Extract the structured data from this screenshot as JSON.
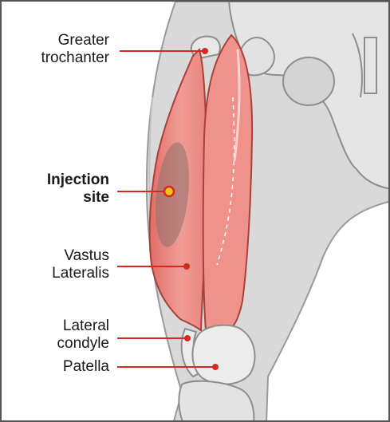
{
  "labels": {
    "greater_trochanter": [
      "Greater",
      "trochanter"
    ],
    "injection_site": [
      "Injection",
      "site"
    ],
    "vastus_lateralis": [
      "Vastus",
      "Lateralis"
    ],
    "lateral_condyle": [
      "Lateral",
      "condyle"
    ],
    "patella": "Patella"
  },
  "colors": {
    "leader_line": "#d62a1e",
    "injection_dot": "#f5c518",
    "muscle": "#ee8c86",
    "bone": "#e9e9e9",
    "skin": "#d7d7d7",
    "outline": "#8e8e8e"
  }
}
